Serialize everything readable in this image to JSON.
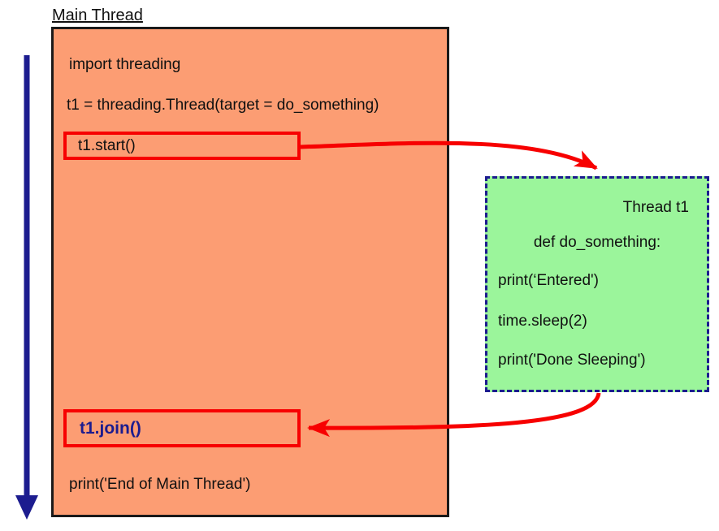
{
  "main": {
    "title": "Main Thread",
    "import_line": "import threading",
    "create_line": "t1 = threading.Thread(target = do_something)",
    "start_line": "t1.start()",
    "join_line": "t1.join()",
    "end_line": "print('End of Main Thread')"
  },
  "thread": {
    "title": "Thread t1",
    "def_line": "def do_something:",
    "entered_line": "print(‘Entered')",
    "sleep_line": "time.sleep(2)",
    "done_line": "print('Done Sleeping')"
  },
  "colors": {
    "main_box_fill": "#fc9d73",
    "thread_box_fill": "#9bf59b",
    "navy": "#1c1c8f",
    "arrow_red": "#f70000",
    "box_border_black": "#1a1a1a"
  }
}
